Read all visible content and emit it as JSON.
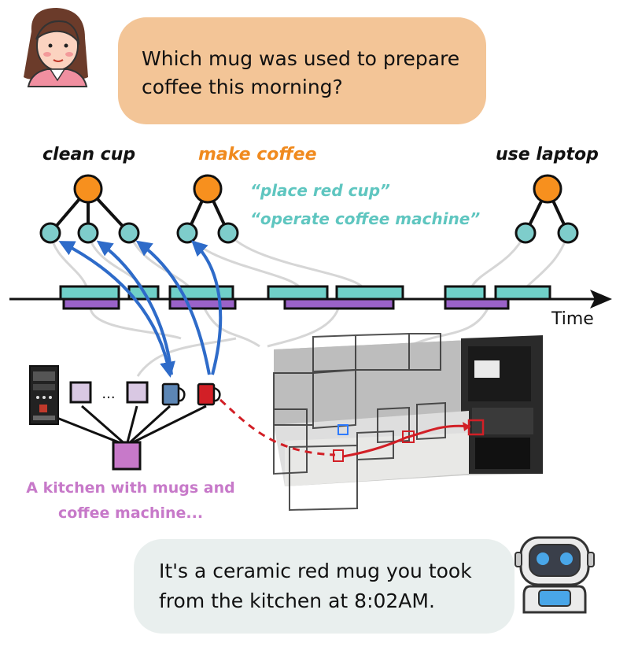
{
  "user_question": {
    "line1": "Which mug was used to prepare",
    "line2": "coffee this morning?"
  },
  "activities": {
    "clean_cup": "clean cup",
    "make_coffee": "make coffee",
    "use_laptop": "use laptop",
    "actions": [
      "“place red cup”",
      "“operate coffee machine”"
    ]
  },
  "timeline": {
    "axis_label": "Time"
  },
  "scene_graph": {
    "ellipsis": "...",
    "caption_line1": "A kitchen with mugs and",
    "caption_line2": "coffee machine..."
  },
  "bot_answer": {
    "line1": "It's a ceramic red mug you took",
    "line2": "from the kitchen at 8:02AM."
  },
  "colors": {
    "activity_node": "#f7901e",
    "action_node": "#7ecdcb",
    "segment_teal": "#6fd0c8",
    "segment_purple": "#9a62c8",
    "link_blue": "#2e6bc9",
    "object_node": "#d9c8e3",
    "scene_root": "#c779c9",
    "red_mug": "#d21f26",
    "blue_mug": "#5c86b5",
    "user_bubble": "#f3c597",
    "bot_bubble": "#e9efee"
  }
}
